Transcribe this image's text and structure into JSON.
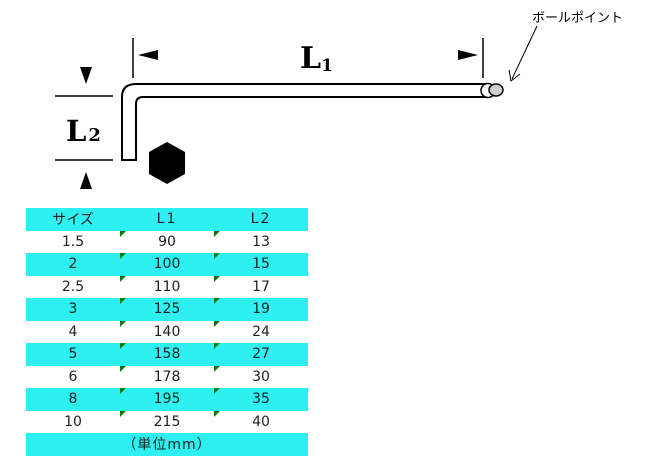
{
  "diagram": {
    "label_L1": "L",
    "label_L1_sub": "1",
    "label_L2": "L",
    "label_L2_sub": "2",
    "callout": "ボールポイント"
  },
  "table": {
    "headers": [
      "サイズ",
      "L1",
      "L2"
    ],
    "rows": [
      [
        "1.5",
        "90",
        "13"
      ],
      [
        "2",
        "100",
        "15"
      ],
      [
        "2.5",
        "110",
        "17"
      ],
      [
        "3",
        "125",
        "19"
      ],
      [
        "4",
        "140",
        "24"
      ],
      [
        "5",
        "158",
        "27"
      ],
      [
        "6",
        "178",
        "30"
      ],
      [
        "8",
        "195",
        "35"
      ],
      [
        "10",
        "215",
        "40"
      ]
    ],
    "footer": "（単位mm）"
  },
  "colors": {
    "row_highlight": "#2ef0f0",
    "marker": "#0a7a0a"
  }
}
